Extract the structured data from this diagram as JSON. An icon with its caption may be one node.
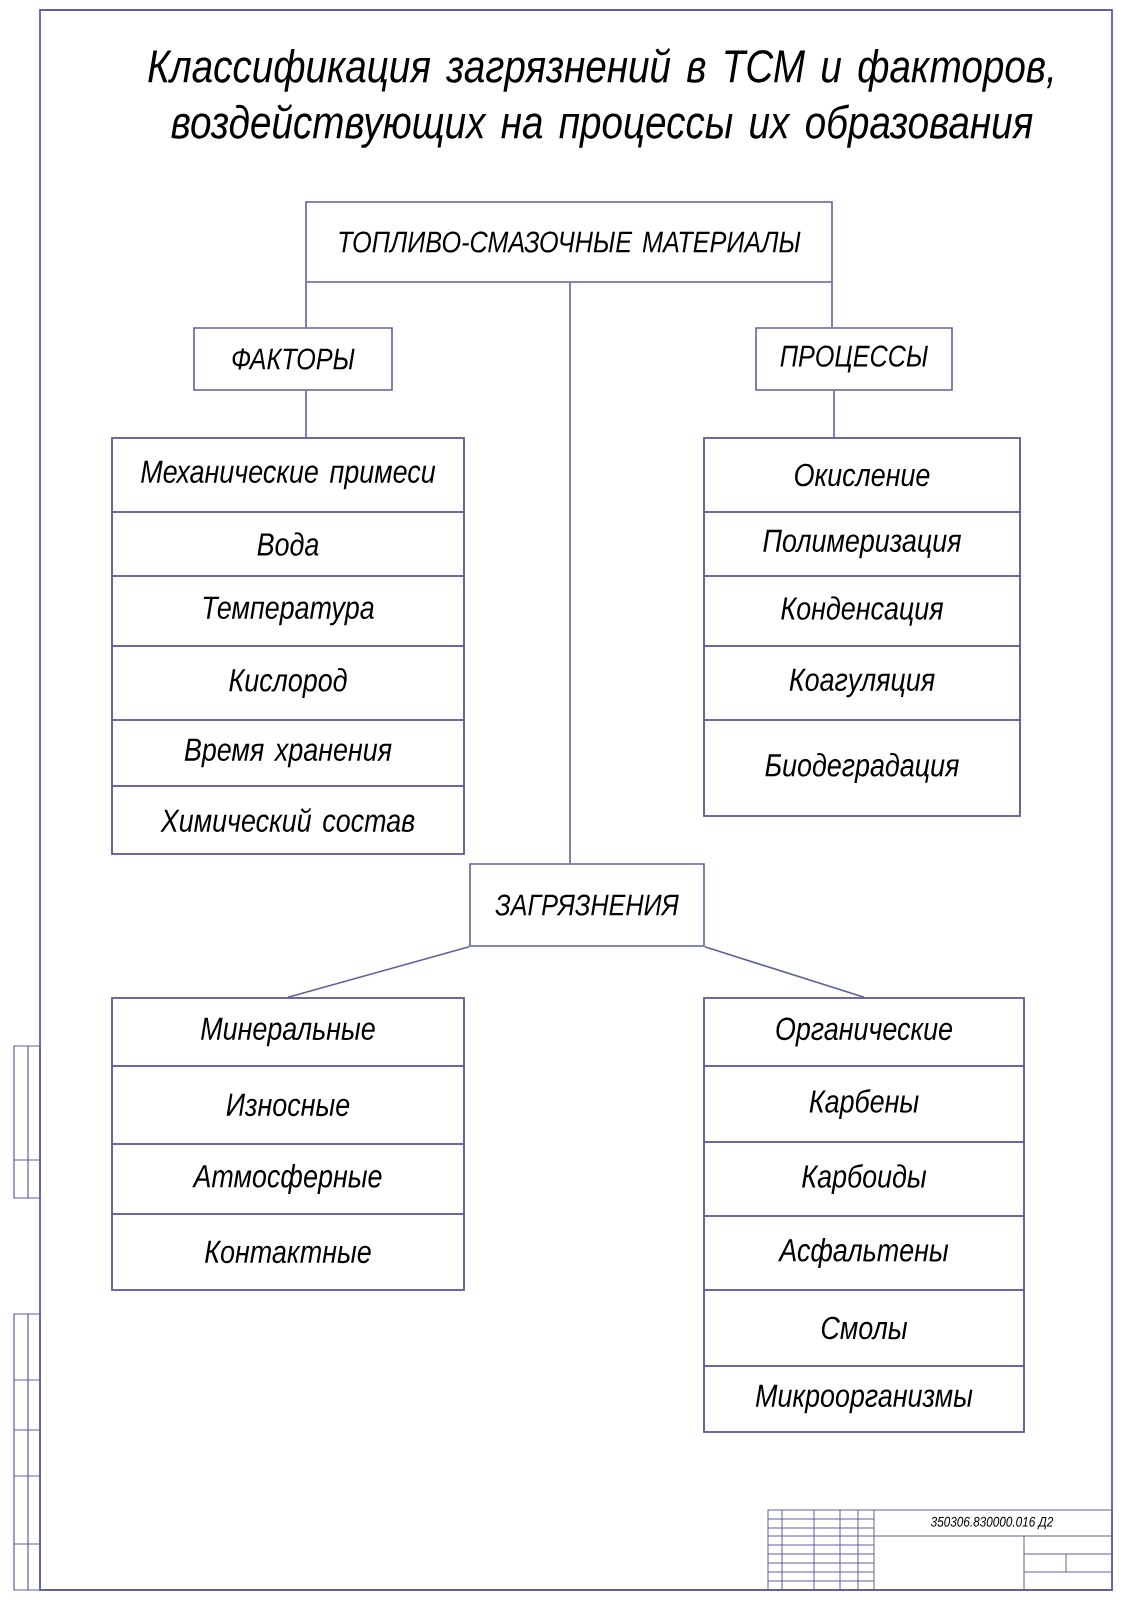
{
  "diagram": {
    "title": "Классификация загрязнений в ТСМ и факторов, воздействующих на процессы их образования",
    "nodes": [
      {
        "text": [
          "ТОПЛИВО-СМАЗОЧНЫЕ МАТЕРИАЛЫ"
        ]
      },
      {
        "text": [
          "ФАКТОРЫ"
        ]
      },
      {
        "text": [
          "ПРОЦЕССЫ"
        ]
      },
      {
        "text": [],
        "shape": "box"
      },
      {
        "text": [
          "Механические примеси"
        ],
        "in": 3
      },
      {
        "text": [
          "Вода"
        ],
        "in": 3
      },
      {
        "text": [
          "Температура"
        ],
        "in": 3
      },
      {
        "text": [
          "Кислород"
        ],
        "in": 3
      },
      {
        "text": [
          "Время хранения"
        ],
        "in": 3
      },
      {
        "text": [
          "Химический состав"
        ],
        "in": 3
      },
      {
        "text": [],
        "shape": "box"
      },
      {
        "text": [
          "Окисление"
        ],
        "in": 10
      },
      {
        "text": [
          "Полимеризация"
        ],
        "in": 10
      },
      {
        "text": [
          "Конденсация"
        ],
        "in": 10
      },
      {
        "text": [
          "Коагуляция"
        ],
        "in": 10
      },
      {
        "text": [
          "Биодеградация"
        ],
        "in": 10
      },
      {
        "text": [
          "ЗАГРЯЗНЕНИЯ"
        ]
      },
      {
        "text": [],
        "shape": "box"
      },
      {
        "text": [
          "Минеральные"
        ],
        "in": 17
      },
      {
        "text": [
          "Износные"
        ],
        "in": 17
      },
      {
        "text": [
          "Атмосферные"
        ],
        "in": 17
      },
      {
        "text": [
          "Контактные"
        ],
        "in": 17
      },
      {
        "text": [],
        "shape": "box"
      },
      {
        "text": [
          "Органические"
        ],
        "in": 22
      },
      {
        "text": [
          "Карбены"
        ],
        "in": 22
      },
      {
        "text": [
          "Карбоиды"
        ],
        "in": 22
      },
      {
        "text": [
          "Асфальтены"
        ],
        "in": 22
      },
      {
        "text": [
          "Смолы"
        ],
        "in": 22
      },
      {
        "text": [
          "Микроорганизмы"
        ],
        "in": 22
      }
    ],
    "edges": [
      {
        "from": 0,
        "to": 1,
        "arrow": "none"
      },
      {
        "from": 0,
        "to": 2,
        "arrow": "none"
      },
      {
        "from": 0,
        "to": 16,
        "arrow": "none"
      },
      {
        "from": 1,
        "to": 3,
        "arrow": "none"
      },
      {
        "from": 2,
        "to": 10,
        "arrow": "none"
      },
      {
        "from": 16,
        "to": 17,
        "arrow": "none"
      },
      {
        "from": 16,
        "to": 22,
        "arrow": "none"
      }
    ],
    "labels": [
      "350306.830000.016 Д2"
    ]
  }
}
